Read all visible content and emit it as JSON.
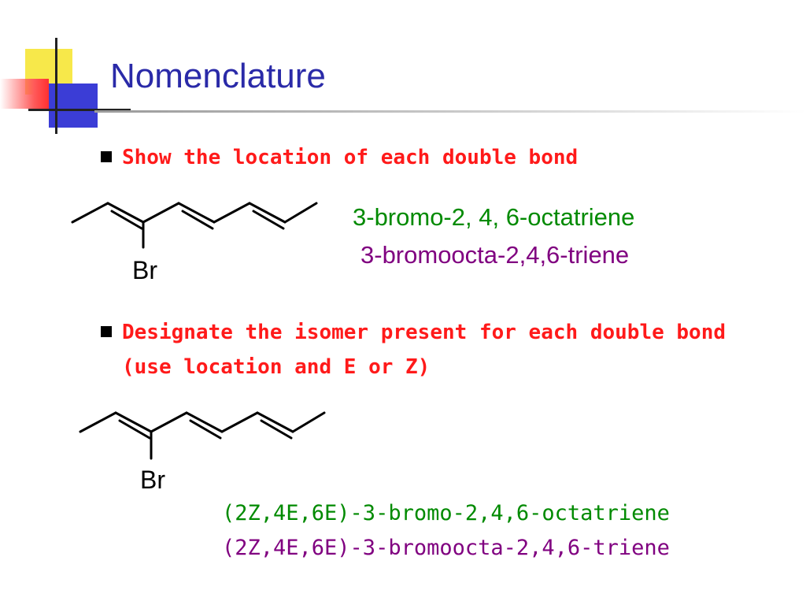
{
  "slide": {
    "title": "Nomenclature",
    "colors": {
      "title": "#2a2aa8",
      "bullet_text": "#ff1a1a",
      "green_name": "#008a00",
      "purple_name": "#800080"
    }
  },
  "bullets": [
    {
      "text": "Show the location of each double bond"
    },
    {
      "text": "Designate the isomer present for each double bond (use location and E or Z)"
    }
  ],
  "molecule_1": {
    "substituent_label": "Br",
    "names": [
      "3-bromo-2, 4, 6-octatriene",
      "3-bromoocta-2,4,6-triene"
    ]
  },
  "molecule_2": {
    "substituent_label": "Br",
    "names": [
      "(2Z,4E,6E)-3-bromo-2,4,6-octatriene",
      "(2Z,4E,6E)-3-bromoocta-2,4,6-triene"
    ]
  }
}
